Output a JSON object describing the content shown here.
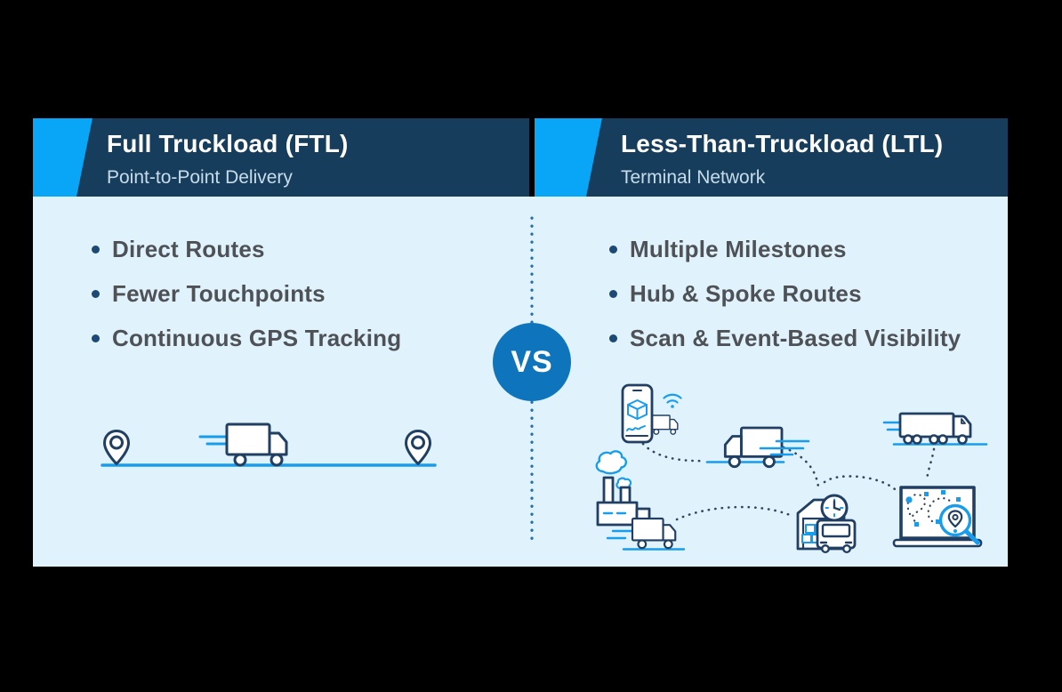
{
  "ftl": {
    "title": "Full Truckload (FTL)",
    "subtitle": "Point-to-Point Delivery",
    "bullets": [
      "Direct Routes",
      "Fewer Touchpoints",
      "Continuous GPS Tracking"
    ]
  },
  "ltl": {
    "title": "Less-Than-Truckload (LTL)",
    "subtitle": "Terminal Network",
    "bullets": [
      "Multiple Milestones",
      "Hub & Spoke Routes",
      "Scan & Event-Based Visibility"
    ]
  },
  "vs_label": "VS",
  "colors": {
    "background": "#000000",
    "header_navy": "#173d5c",
    "accent_blue": "#09a6f7",
    "body_light_blue": "#e0f2fb",
    "vs_circle_blue": "#0e75bc",
    "bullet_text_gray": "#4e5256",
    "bullet_dot_navy": "#1c4a74",
    "illustration_navy": "#203f62",
    "illustration_blue": "#189ded",
    "connector_dot_navy": "#33475c",
    "divider_dot_blue": "#2671ad",
    "subtitle_light_blue": "#c7dcea"
  },
  "icons": {
    "ftl_illustration": [
      "location-pin-icon",
      "route-line",
      "box-truck-icon",
      "location-pin-icon"
    ],
    "ltl_illustration": [
      "phone-package-tracking-icon",
      "wifi-signal-icon",
      "wifi-truck-icon",
      "box-truck-icon",
      "factory-icon",
      "delivery-truck-icon",
      "semi-truck-icon",
      "terminal-clock-truck-icon",
      "laptop-route-map-icon",
      "magnifier-pin-icon"
    ]
  }
}
